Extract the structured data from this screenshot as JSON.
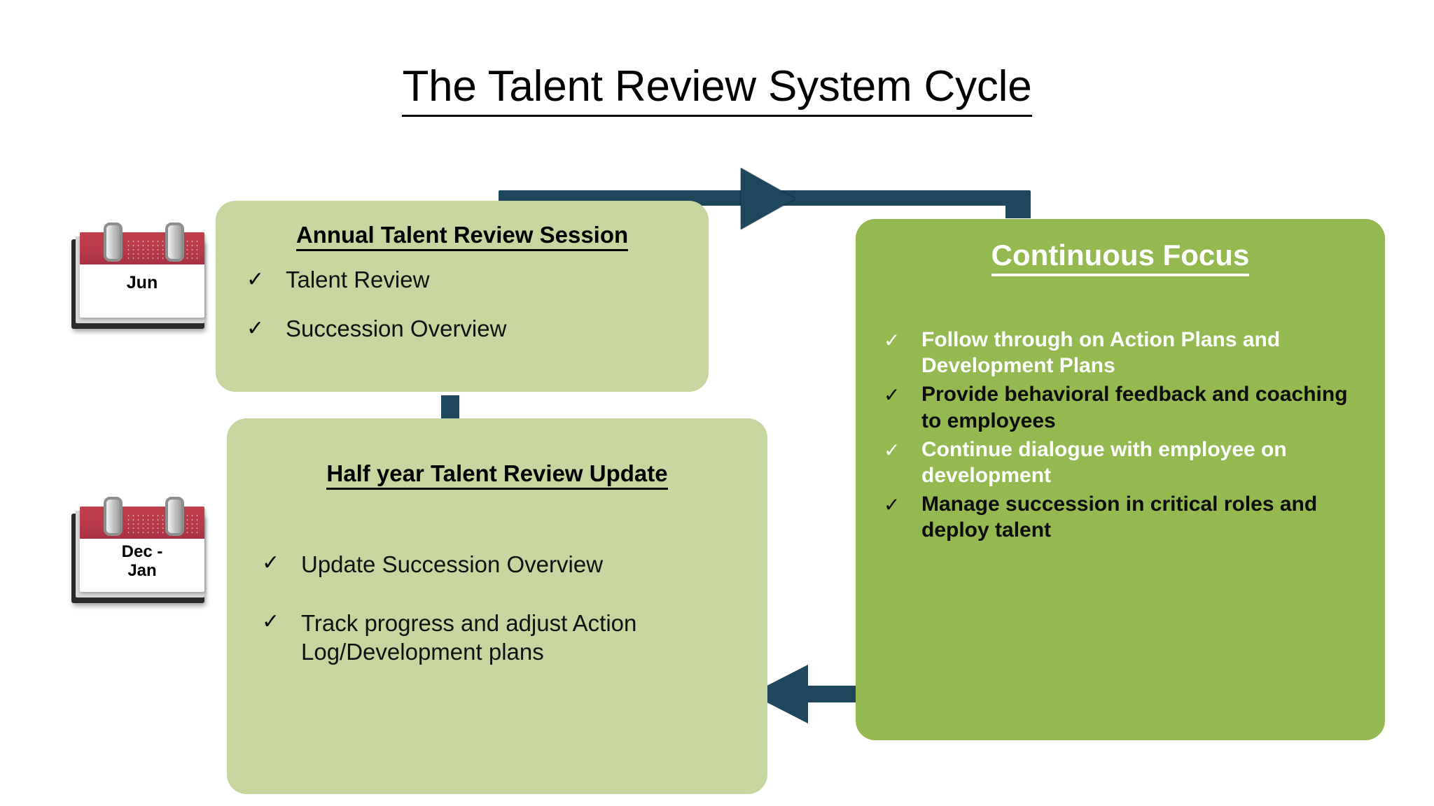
{
  "slide": {
    "title": "The Talent Review System Cycle",
    "background_color": "#ffffff"
  },
  "colors": {
    "light_green_box": "#c6d69e",
    "dark_green_box": "#94b951",
    "connector_teal": "#1d475c",
    "calendar_red": "#b8394a",
    "text_black": "#000000",
    "text_white": "#ffffff"
  },
  "calendars": [
    {
      "name": "calendar-jun",
      "label": "Jun"
    },
    {
      "name": "calendar-dec-jan",
      "label_line1": "Dec -",
      "label_line2": "Jan"
    }
  ],
  "boxes": {
    "annual": {
      "title": "Annual Talent Review Session",
      "bullets": [
        {
          "marker": "check-icon",
          "text": "Talent Review"
        },
        {
          "marker": "check-icon",
          "text": "Succession Overview"
        }
      ]
    },
    "half_year": {
      "title": "Half year Talent Review Update",
      "bullets": [
        {
          "marker": "check-icon",
          "text": "Update Succession Overview"
        },
        {
          "marker": "check-icon",
          "text": "Track progress and adjust Action Log/Development plans"
        }
      ]
    },
    "continuous_focus": {
      "title": "Continuous Focus",
      "bullets": [
        {
          "marker": "check-icon",
          "text": "Follow through on Action Plans and Development Plans",
          "color": "white"
        },
        {
          "marker": "check-icon",
          "text": "Provide behavioral feedback and coaching to employees",
          "color": "black"
        },
        {
          "marker": "check-icon",
          "text": "Continue dialogue with employee on development",
          "color": "white"
        },
        {
          "marker": "check-icon",
          "text": "Manage succession in critical roles and deploy talent",
          "color": "black"
        }
      ]
    }
  },
  "connectors": [
    {
      "name": "arrow-top-right",
      "direction": "right"
    },
    {
      "name": "arrow-bottom-left",
      "direction": "left"
    },
    {
      "name": "connector-vertical",
      "direction": "down"
    }
  ],
  "icons": {
    "check": "✓"
  }
}
